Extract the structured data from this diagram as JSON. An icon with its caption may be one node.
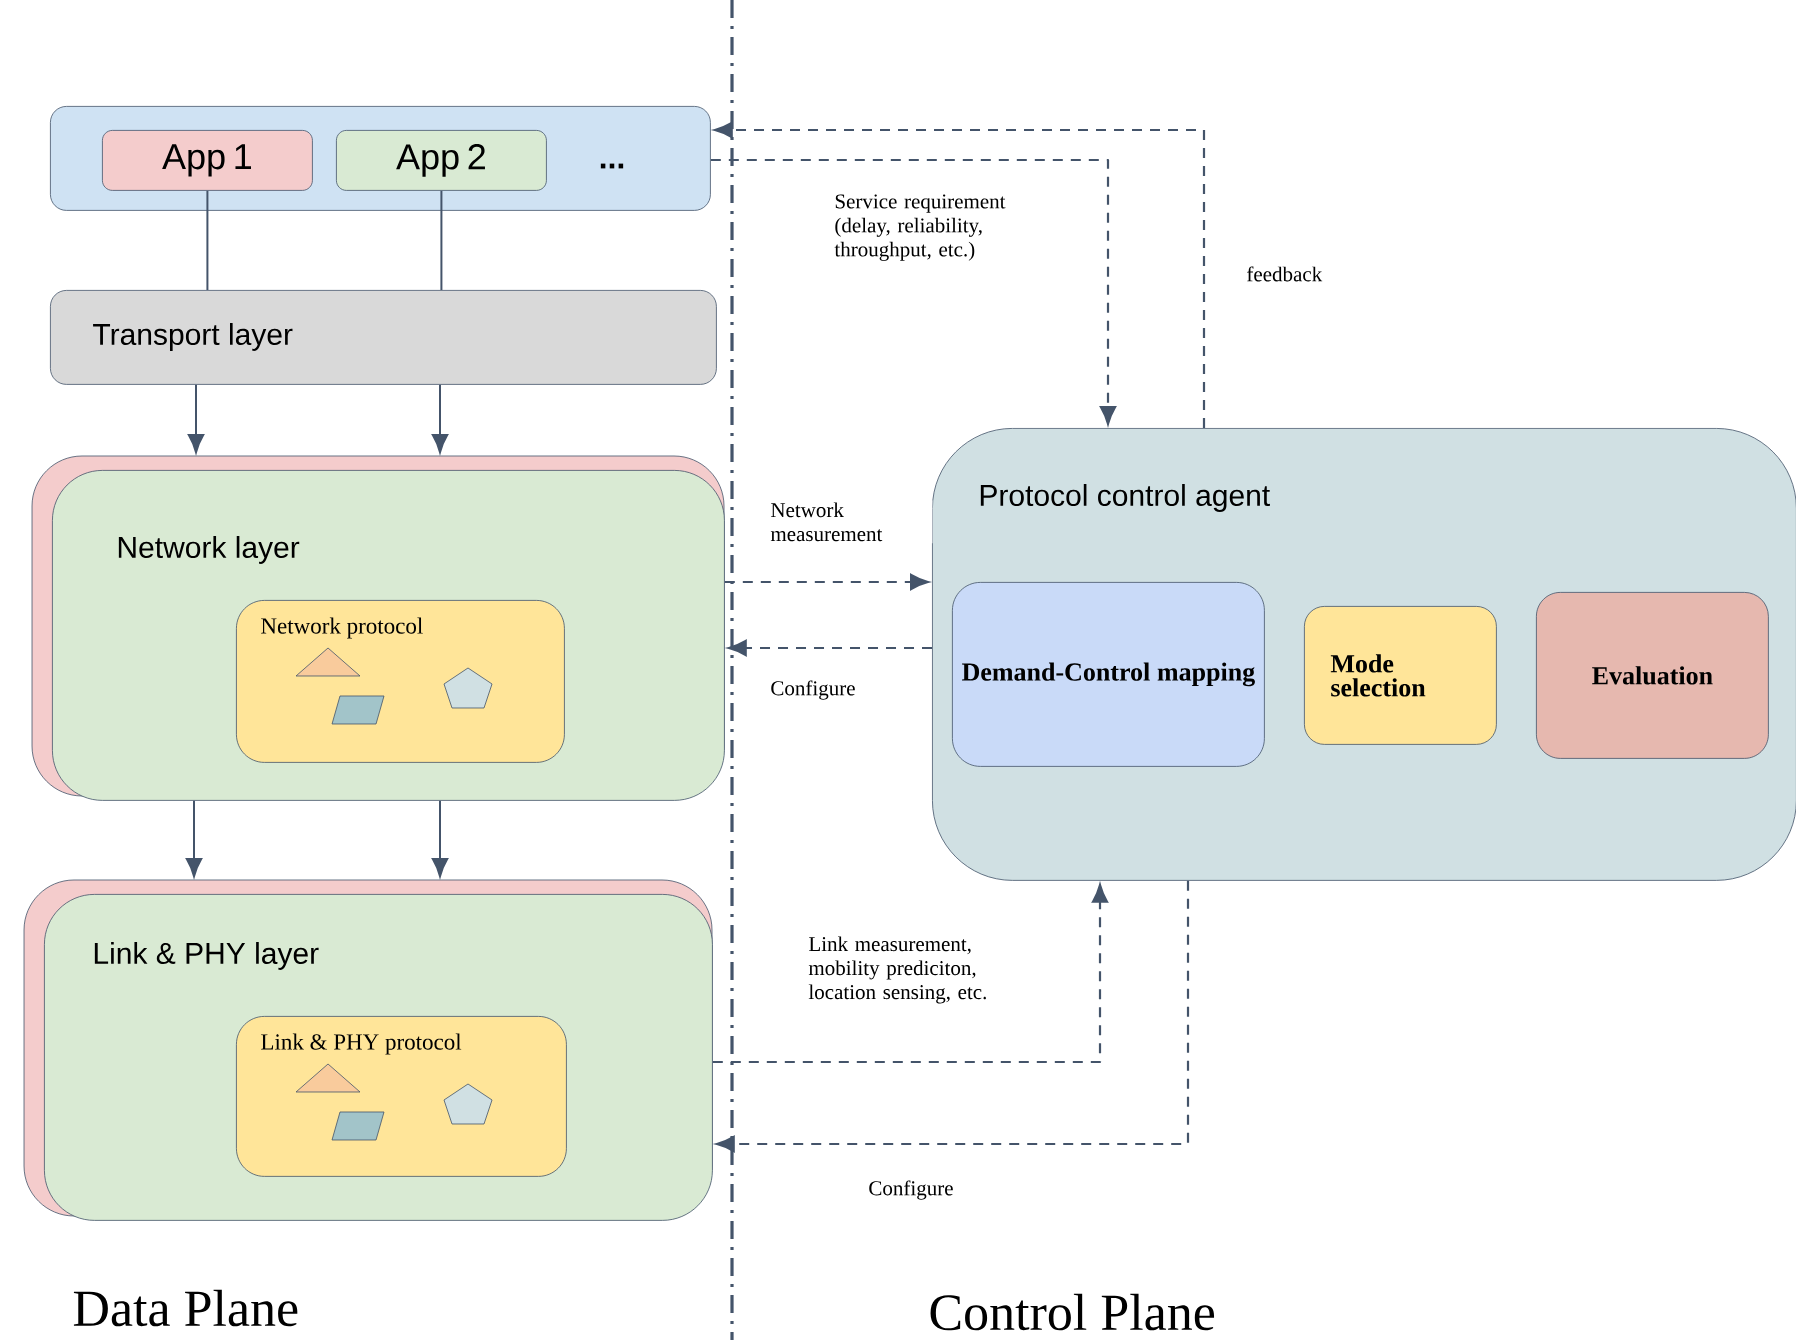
{
  "diagram": {
    "nodes": [
      {
        "text": [
          "..."
        ]
      },
      {
        "text": [
          "App 1"
        ],
        "in": 0
      },
      {
        "text": [
          "App 2"
        ],
        "in": 0
      },
      {
        "text": [
          "Transport layer"
        ]
      },
      {
        "text": [
          "Network layer"
        ]
      },
      {
        "text": [
          "Network protocol"
        ],
        "in": 4
      },
      {
        "text": [
          "Link & PHY layer"
        ]
      },
      {
        "text": [
          "Link & PHY protocol"
        ],
        "in": 6
      },
      {
        "text": [
          "Protocol control agent"
        ]
      },
      {
        "text": [
          "Demand-Control mapping"
        ],
        "in": 8
      },
      {
        "text": [
          "Mode selection"
        ],
        "in": 8
      },
      {
        "text": [
          "Evaluation"
        ],
        "in": 8
      }
    ],
    "edges": [
      {
        "from": 1,
        "to": 3,
        "arrow": "none"
      },
      {
        "from": 2,
        "to": 3,
        "arrow": "none"
      },
      {
        "from": 3,
        "to": 4,
        "arrow": "to"
      },
      {
        "from": 3,
        "to": 4,
        "arrow": "to"
      },
      {
        "from": 4,
        "to": 6,
        "arrow": "to"
      },
      {
        "from": 4,
        "to": 6,
        "arrow": "to"
      },
      {
        "from": 0,
        "to": 8,
        "arrow": "to",
        "style": "dashed",
        "label": "Service requirement (delay, reliability, throughput, etc.)"
      },
      {
        "from": 8,
        "to": 0,
        "arrow": "to",
        "style": "dashed",
        "label": "feedback"
      },
      {
        "from": 4,
        "to": 8,
        "arrow": "to",
        "style": "dashed",
        "label": "Network measurement"
      },
      {
        "from": 8,
        "to": 4,
        "arrow": "to",
        "style": "dashed",
        "label": "Configure"
      },
      {
        "from": 6,
        "to": 8,
        "arrow": "to",
        "style": "dashed",
        "label": "Link measurement, mobility prediciton, location sensing, etc."
      },
      {
        "from": 8,
        "to": 6,
        "arrow": "to",
        "style": "dashed",
        "label": "Configure"
      }
    ],
    "labels": [
      "Data Plane",
      "Control Plane"
    ]
  }
}
